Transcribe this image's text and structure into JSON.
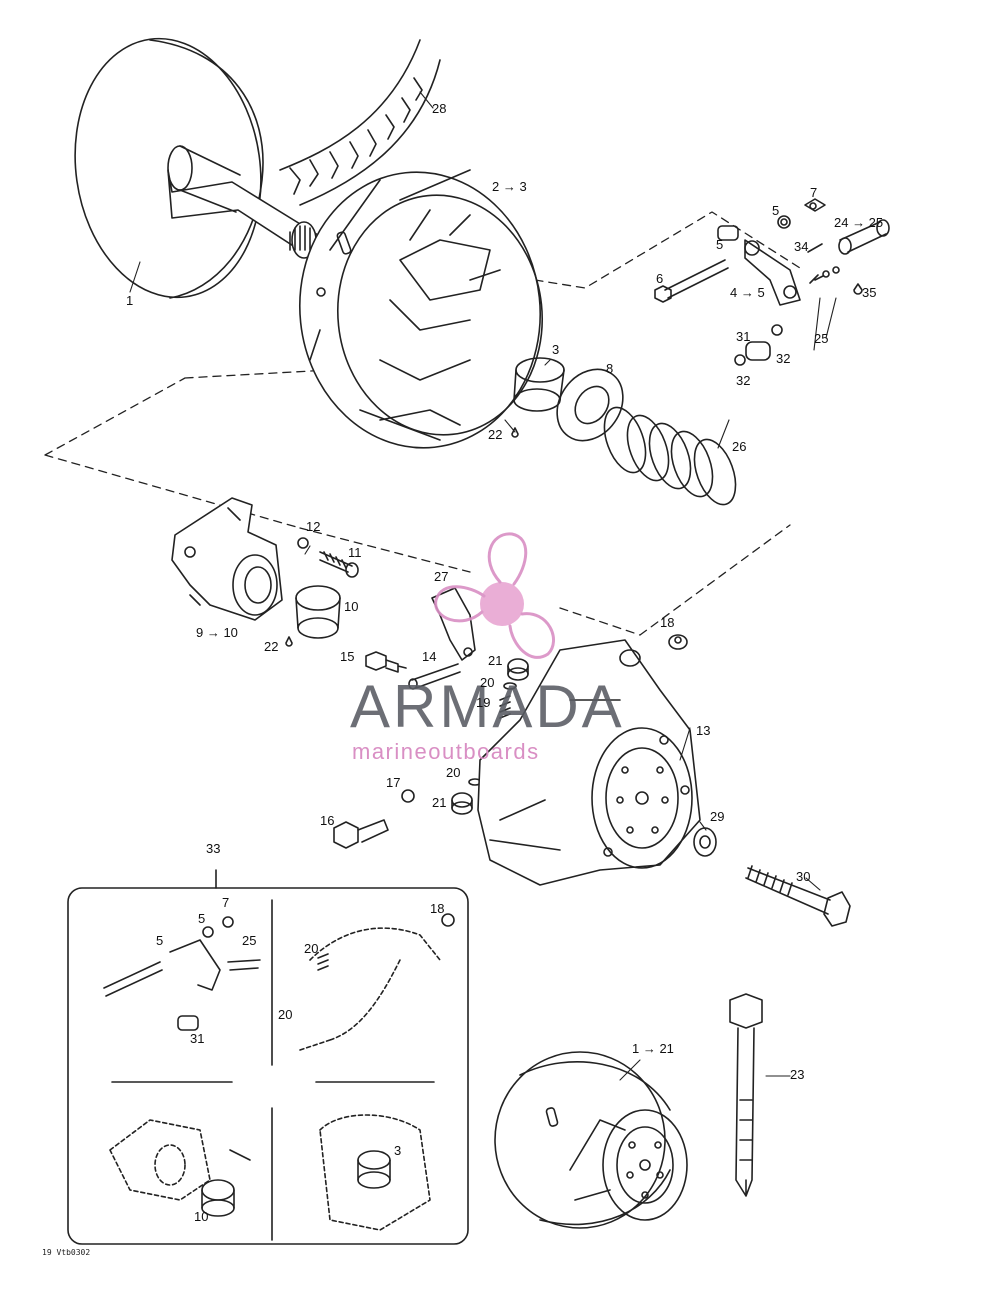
{
  "diagram": {
    "reference_code": "19 Vtb0302",
    "colors": {
      "line": "#222222",
      "watermark_gray": "#585b62",
      "watermark_pink": "#d98fc4"
    },
    "callouts": {
      "c1": "1",
      "c2to3": "2 → 3",
      "c3": "3",
      "c4to5": "4 → 5",
      "c5a": "5",
      "c5b": "5",
      "c6": "6",
      "c7": "7",
      "c8": "8",
      "c9to10": "9 → 10",
      "c10": "10",
      "c11": "11",
      "c12": "12",
      "c13": "13",
      "c14": "14",
      "c15": "15",
      "c16": "16",
      "c17": "17",
      "c18": "18",
      "c19": "19",
      "c20a": "20",
      "c20b": "20",
      "c21a": "21",
      "c21b": "21",
      "c22a": "22",
      "c22b": "22",
      "c23": "23",
      "c24to25": "24 → 25",
      "c25": "25",
      "c26": "26",
      "c27": "27",
      "c28": "28",
      "c29": "29",
      "c30": "30",
      "c31a": "31",
      "c31b": "31",
      "c32a": "32",
      "c32b": "32",
      "c33": "33",
      "c34": "34",
      "c35": "35",
      "c1to21": "1 → 21",
      "kit_c5a": "5",
      "kit_c5b": "5",
      "kit_c7": "7",
      "kit_c25": "25",
      "kit_c18": "18",
      "kit_c20a": "20",
      "kit_c20b": "20",
      "kit_c10": "10",
      "kit_c3": "3"
    }
  },
  "watermark": {
    "brand": "ARMADA",
    "tagline_left": "marine",
    "tagline_right": "outboards",
    "icon": "propeller-logo-icon"
  }
}
